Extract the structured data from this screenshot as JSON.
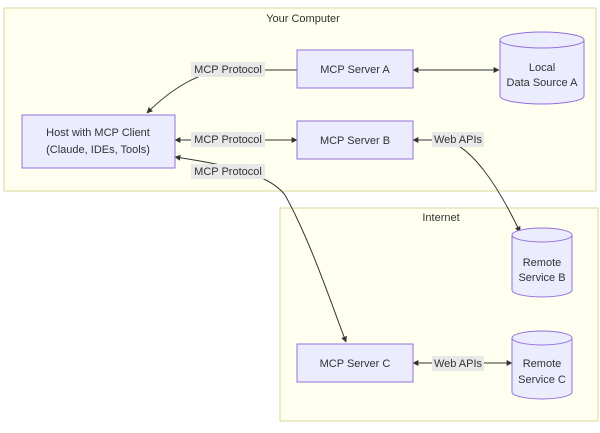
{
  "groups": {
    "computer": {
      "title": "Your Computer"
    },
    "internet": {
      "title": "Internet"
    }
  },
  "nodes": {
    "host": {
      "line1": "Host with MCP Client",
      "line2": "(Claude, IDEs, Tools)"
    },
    "server_a": {
      "label": "MCP Server A"
    },
    "server_b": {
      "label": "MCP Server B"
    },
    "server_c": {
      "label": "MCP Server C"
    },
    "local_ds": {
      "line1": "Local",
      "line2": "Data Source A"
    },
    "remote_b": {
      "line1": "Remote",
      "line2": "Service B"
    },
    "remote_c": {
      "line1": "Remote",
      "line2": "Service C"
    }
  },
  "edges": {
    "host_a": "MCP Protocol",
    "host_b": "MCP Protocol",
    "host_c": "MCP Protocol",
    "b_remote": "Web APIs",
    "c_remote": "Web APIs"
  },
  "colors": {
    "group_fill": "#fffff0",
    "group_stroke": "#d7d79a",
    "node_fill": "#ececff",
    "node_stroke": "#9370db",
    "edge": "#333333",
    "edge_label_bg": "#e8e8e8"
  }
}
